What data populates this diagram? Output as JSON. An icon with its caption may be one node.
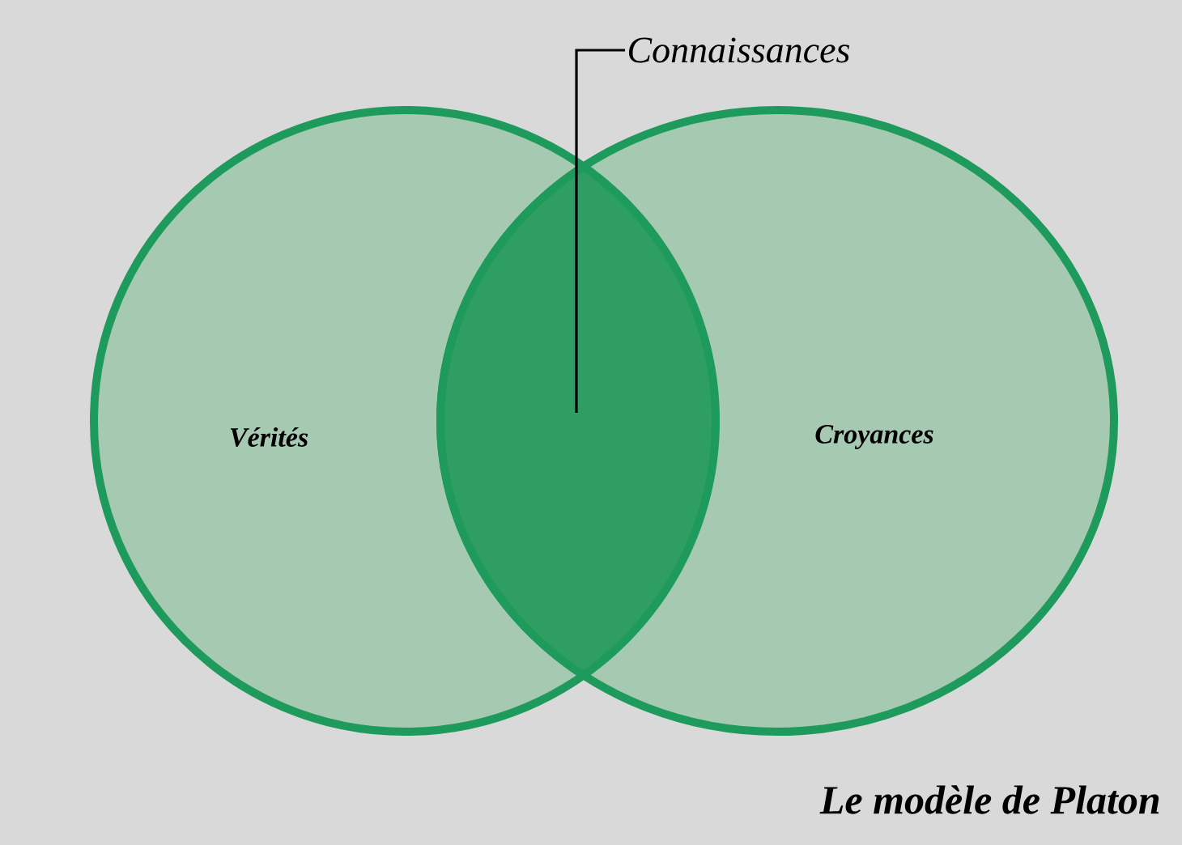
{
  "diagram": {
    "caption": "Le modèle de Platon",
    "nodes": [
      {
        "text": [
          "Vérités"
        ]
      },
      {
        "text": [
          "Croyances"
        ]
      },
      {
        "text": [
          "Connaissances"
        ]
      },
      {
        "text": [],
        "shape": "lens"
      }
    ],
    "edges": [
      {
        "from": 2,
        "to": 3,
        "arrow": "none"
      }
    ]
  }
}
